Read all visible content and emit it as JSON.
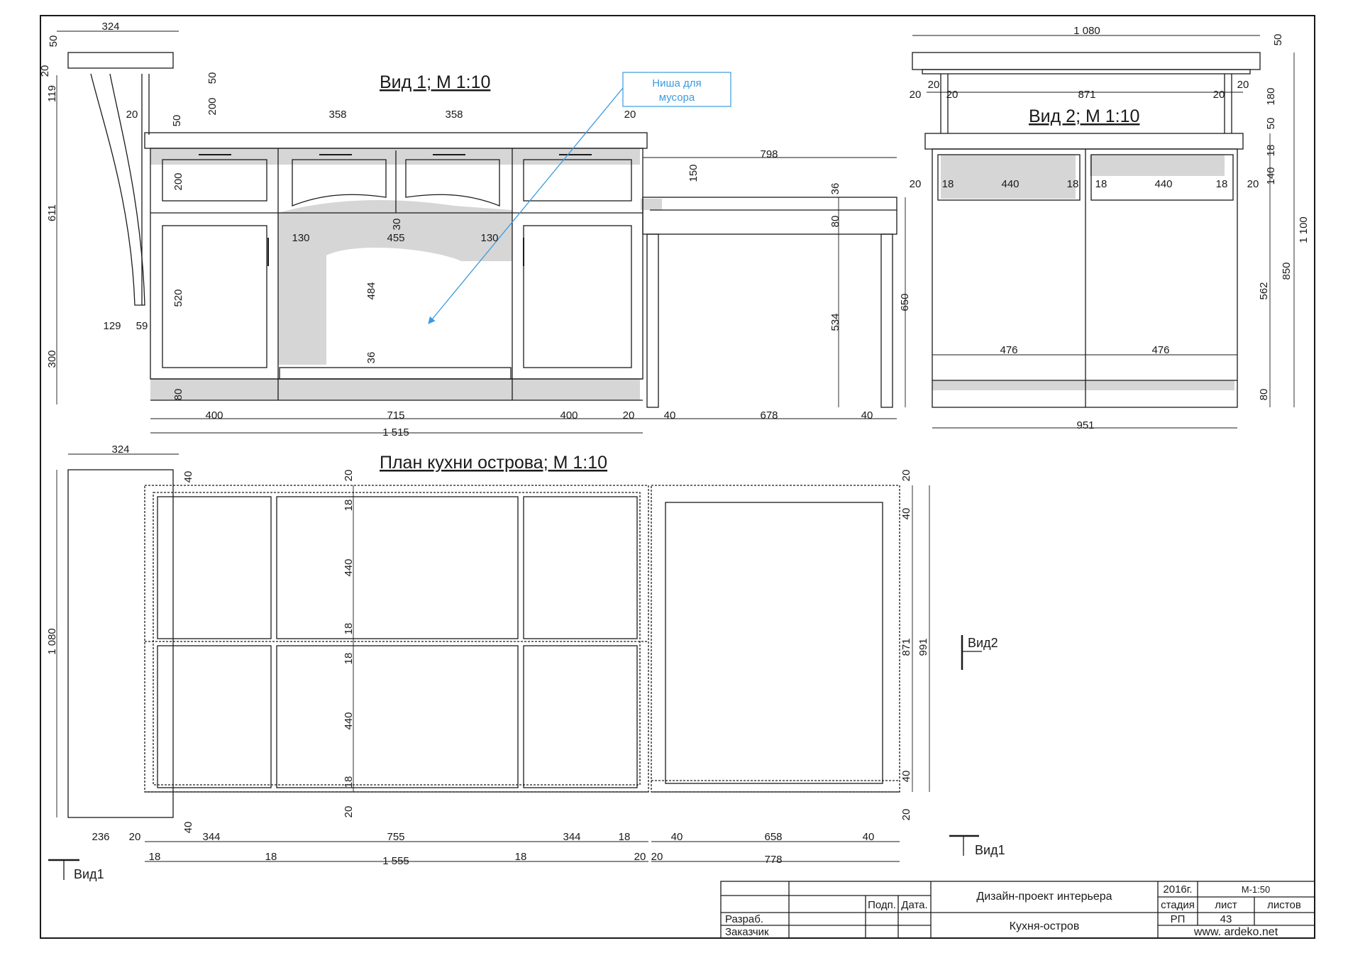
{
  "views": {
    "view1_title": "Вид 1; М 1:10",
    "view2_title": "Вид 2; М 1:10",
    "plan_title": "План кухни острова; М 1:10"
  },
  "callout": {
    "line1": "Ниша для",
    "line2": "мусора"
  },
  "markers": {
    "vid1": "Вид1",
    "vid2": "Вид2"
  },
  "dims": {
    "v1_324": "324",
    "v1_50a": "50",
    "v1_20a": "20",
    "v1_119": "119",
    "v1_611": "611",
    "v1_300": "300",
    "v1_129": "129",
    "v1_59": "59",
    "v1_20b": "20",
    "v1_50b": "50",
    "v1_50c": "50",
    "v1_200a": "200",
    "v1_358a": "358",
    "v1_358b": "358",
    "v1_20c": "20",
    "v1_200b": "200",
    "v1_520": "520",
    "v1_80": "80",
    "v1_130a": "130",
    "v1_455": "455",
    "v1_130b": "130",
    "v1_30": "30",
    "v1_484": "484",
    "v1_36a": "36",
    "v1_400a": "400",
    "v1_715": "715",
    "v1_400b": "400",
    "v1_20d": "20",
    "v1_1515": "1 515",
    "v1_798": "798",
    "v1_150": "150",
    "v1_36b": "36",
    "v1_80b": "80",
    "v1_534": "534",
    "v1_650": "650",
    "v1_40a": "40",
    "v1_678": "678",
    "v1_40b": "40",
    "v2_1080": "1 080",
    "v2_50a": "50",
    "v2_20a": "20",
    "v2_20b": "20",
    "v2_20c": "20",
    "v2_871": "871",
    "v2_20d": "20",
    "v2_20e": "20",
    "v2_180": "180",
    "v2_50b": "50",
    "v2_18a": "18",
    "v2_140": "140",
    "v2_20f": "20",
    "v2_18b": "18",
    "v2_440a": "440",
    "v2_18c": "18",
    "v2_18d": "18",
    "v2_440b": "440",
    "v2_18e": "18",
    "v2_20g": "20",
    "v2_562": "562",
    "v2_850": "850",
    "v2_1100": "1 100",
    "v2_476a": "476",
    "v2_476b": "476",
    "v2_80": "80",
    "v2_951": "951",
    "p_324": "324",
    "p_40a": "40",
    "p_1080": "1 080",
    "p_20a": "20",
    "p_18a": "18",
    "p_440a": "440",
    "p_18b": "18",
    "p_18c": "18",
    "p_440b": "440",
    "p_18d": "18",
    "p_20b": "20",
    "p_20c": "20",
    "p_40b": "40",
    "p_871": "871",
    "p_991": "991",
    "p_40c": "40",
    "p_20d": "20",
    "p_236": "236",
    "p_20e": "20",
    "p_40d": "40",
    "p_344a": "344",
    "p_755": "755",
    "p_344b": "344",
    "p_18e": "18",
    "p_40e": "40",
    "p_658": "658",
    "p_40f": "40",
    "p_18f": "18",
    "p_18g": "18",
    "p_1555": "1 555",
    "p_18h": "18",
    "p_20f": "20",
    "p_20g": "20",
    "p_778": "778"
  },
  "title_block": {
    "project": "Дизайн-проект интерьера",
    "name": "Кухня-остров",
    "year": "2016г.",
    "scale": "М-1:50",
    "stage_h": "стадия",
    "sheet_h": "лист",
    "sheets_h": "листов",
    "stage": "РП",
    "sheet": "43",
    "site": "www. ardeko.net",
    "sign": "Подп.",
    "date": "Дата.",
    "dev": "Разраб.",
    "client": "Заказчик"
  },
  "colors": {
    "line": "#1a1a1a",
    "fill": "#d6d6d6",
    "accent": "#3a9be0"
  }
}
